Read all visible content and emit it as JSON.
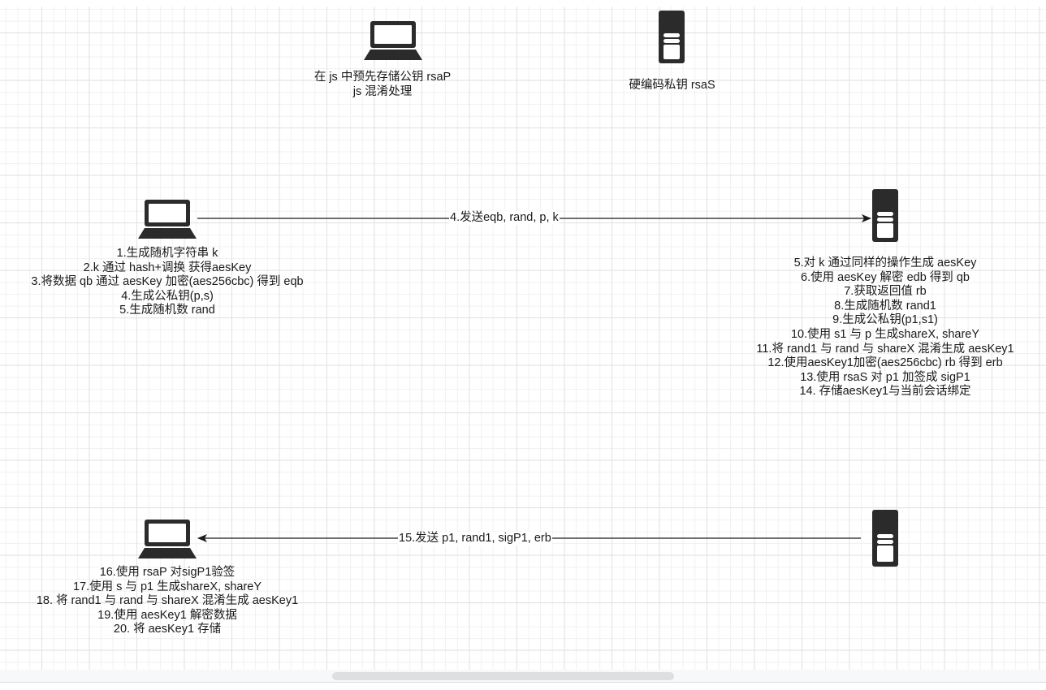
{
  "diagram": {
    "top_client": {
      "icon": "laptop-icon",
      "lines": [
        "在 js 中预先存储公钥 rsaP",
        "js 混淆处理"
      ]
    },
    "top_server": {
      "icon": "server-icon",
      "lines": [
        "硬编码私钥 rsaS"
      ]
    },
    "client_1": {
      "icon": "laptop-icon",
      "lines": [
        "1.生成随机字符串 k",
        "2.k 通过 hash+调换 获得aesKey",
        "3.将数据 qb 通过 aesKey 加密(aes256cbc) 得到 eqb",
        "4.生成公私钥(p,s)",
        "5.生成随机数 rand"
      ]
    },
    "server_1": {
      "icon": "server-icon",
      "lines": [
        "5.对 k 通过同样的操作生成 aesKey",
        "6.使用 aesKey 解密 edb 得到 qb",
        "7.获取返回值 rb",
        "8.生成随机数 rand1",
        "9.生成公私钥(p1,s1)",
        "10.使用 s1 与 p 生成shareX, shareY",
        "11.将 rand1 与 rand 与 shareX 混淆生成 aesKey1",
        "12.使用aesKey1加密(aes256cbc) rb 得到 erb",
        "13.使用 rsaS 对 p1 加签成 sigP1",
        "14. 存储aesKey1与当前会话绑定"
      ]
    },
    "edge_request": {
      "label": "4.发送eqb, rand, p, k",
      "direction": "client-to-server"
    },
    "server_2": {
      "icon": "server-icon",
      "lines": []
    },
    "client_2": {
      "icon": "laptop-icon",
      "lines": [
        "16.使用 rsaP 对sigP1验签",
        "17.使用 s 与 p1 生成shareX, shareY",
        "18. 将 rand1 与 rand 与 shareX 混淆生成 aesKey1",
        "19.使用 aesKey1 解密数据",
        "20. 将 aesKey1 存储"
      ]
    },
    "edge_response": {
      "label": "15.发送 p1, rand1, sigP1, erb",
      "direction": "server-to-client"
    }
  },
  "colors": {
    "icon": "#2b2b2b",
    "text": "#1a1a1a",
    "grid_major": "#e2e2e2",
    "grid_minor": "#f1f1f1",
    "scrollbar_thumb": "#dedfe1"
  }
}
